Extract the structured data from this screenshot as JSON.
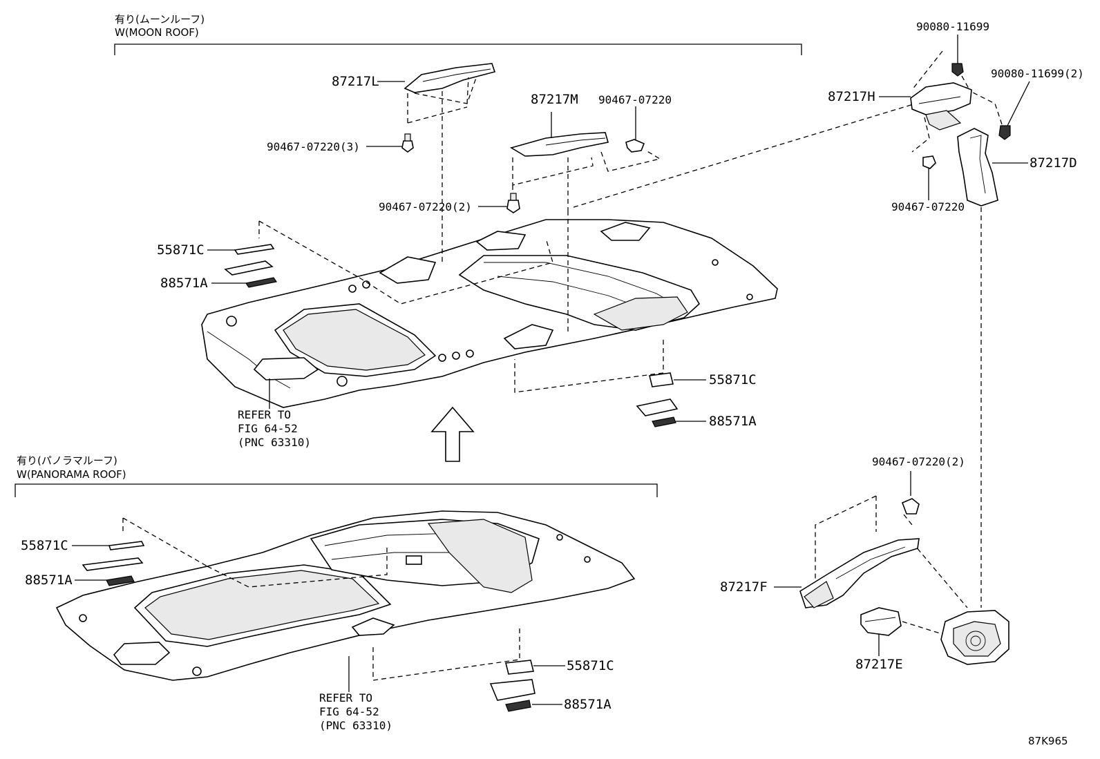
{
  "sections": {
    "moon_roof": {
      "jp_label": "有り(ムーンルーフ)",
      "en_label": "W(MOON ROOF)"
    },
    "panorama_roof": {
      "jp_label": "有り(パノラマルーフ)",
      "en_label": "W(PANORAMA ROOF)"
    }
  },
  "callouts": {
    "p87217L": "87217L",
    "p87217M": "87217M",
    "p90467_07220_3": "90467-07220(3)",
    "p90467_07220_top": "90467-07220",
    "p90467_07220_2_mid": "90467-07220(2)",
    "p55871C_1": "55871C",
    "p88571A_1": "88571A",
    "p55871C_2": "55871C",
    "p88571A_2": "88571A",
    "p90080_11699": "90080-11699",
    "p90080_11699_2": "90080-11699(2)",
    "p87217H": "87217H",
    "p87217D": "87217D",
    "p90467_07220_right": "90467-07220",
    "p55871C_3": "55871C",
    "p88571A_3": "88571A",
    "p55871C_4": "55871C",
    "p88571A_4": "88571A",
    "p90467_07220_2_low": "90467-07220(2)",
    "p87217F": "87217F",
    "p87217E": "87217E"
  },
  "refer_upper": {
    "line1": "REFER TO",
    "line2": "FIG 64-52",
    "line3": "(PNC 63310)"
  },
  "refer_lower": {
    "line1": "REFER TO",
    "line2": "FIG 64-52",
    "line3": "(PNC 63310)"
  },
  "figure_code": "87K965"
}
